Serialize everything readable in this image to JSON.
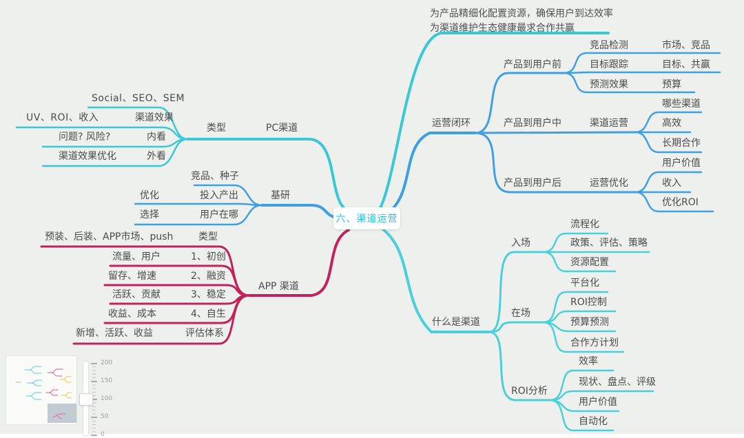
{
  "colors": {
    "background": "#eef0ee",
    "cyan": "#3bc8d6",
    "light_cyan": "#49d0db",
    "blue": "#3f9fe3",
    "crimson": "#c2215c",
    "root_text": "#2bc3d6"
  },
  "mindmap": {
    "root": {
      "label": "六、渠道运营"
    },
    "annotation": {
      "line1": "为产品精细化配置资源，确保用户到达效率",
      "line2": "为渠道维护生态健康最求合作共赢"
    },
    "pc": {
      "label": "PC渠道",
      "type_label": "类型",
      "rows": [
        {
          "child": "Social、SEO、SEM"
        },
        {
          "parent": "渠道效果",
          "child": "UV、ROI、收入"
        },
        {
          "parent": "内看",
          "child": "问题? 风险?"
        },
        {
          "parent": "外看",
          "child": "渠道效果优化"
        }
      ]
    },
    "base": {
      "label": "基研",
      "rows": [
        {
          "child": "竞品、种子"
        },
        {
          "parent": "投入产出",
          "child": "优化"
        },
        {
          "parent": "用户在哪",
          "child": "选择"
        }
      ]
    },
    "app_channel": {
      "label": "APP 渠道",
      "rows": [
        {
          "parent": "类型",
          "child": "预装、后装、APP市场、push"
        },
        {
          "parent": "1、初创",
          "child": "流量、用户"
        },
        {
          "parent": "2、融资",
          "child": "留存、增速"
        },
        {
          "parent": "3、稳定",
          "child": "活跃、贡献"
        },
        {
          "parent": "4、自生",
          "child": "收益、成本"
        },
        {
          "parent": "评估体系",
          "child": "新增、活跃、收益"
        }
      ]
    },
    "loop": {
      "label": "运营闭环",
      "groups": [
        {
          "label": "产品到用户前",
          "rows": [
            {
              "parent": "竞品检测",
              "child": "市场、竞品"
            },
            {
              "parent": "目标跟踪",
              "child": "目标、共赢"
            },
            {
              "parent": "预测效果",
              "child": "预算"
            }
          ]
        },
        {
          "label": "产品到用户中",
          "sub_label": "渠道运营",
          "leaves": [
            "哪些渠道",
            "高效",
            "长期合作"
          ]
        },
        {
          "label": "产品到用户后",
          "sub_label": "运营优化",
          "leaves": [
            "用户价值",
            "收入",
            "优化ROI"
          ]
        }
      ]
    },
    "what": {
      "label": "什么是渠道",
      "groups": [
        {
          "label": "入场",
          "leaves": [
            "流程化",
            "政策、评估、策略",
            "资源配置"
          ]
        },
        {
          "label": "在场",
          "leaves": [
            "平台化",
            "ROI控制",
            "预算预测",
            "合作方计划"
          ]
        },
        {
          "label": "ROI分析",
          "leaves": [
            "效率",
            "现状、盘点、评级",
            "用户价值",
            "自动化"
          ]
        }
      ]
    }
  },
  "zoom_control": {
    "ticks": [
      "200",
      "150",
      "100",
      "50",
      "0"
    ],
    "value": "100"
  }
}
